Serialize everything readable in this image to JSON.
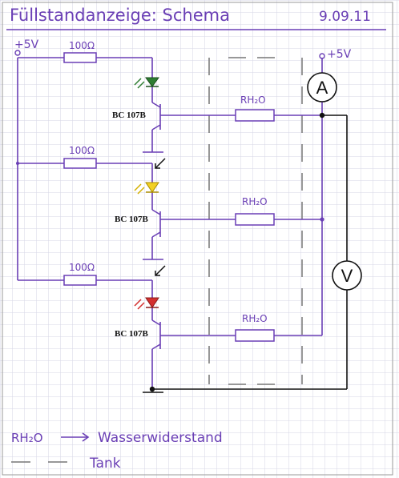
{
  "header": {
    "title": "Füllstandanzeige: Schema",
    "date": "9.09.11"
  },
  "supply": {
    "left": "+5V",
    "right": "+5V"
  },
  "resistors": {
    "r1": "100Ω",
    "r2": "100Ω",
    "r3": "100Ω"
  },
  "transistors": {
    "t1": "BC 107B",
    "t2": "BC 107B",
    "t3": "BC 107B"
  },
  "water_resistors": {
    "rw1": "RH₂O",
    "rw2": "RH₂O",
    "rw3": "RH₂O"
  },
  "meters": {
    "ammeter": "A",
    "voltmeter": "V"
  },
  "legend": {
    "water_symbol": "RH₂O",
    "water_text": "Wasserwiderstand",
    "tank_text": "Tank"
  },
  "colors": {
    "wire": "#6a3fb5",
    "grid": "#dcdcea",
    "led_green": "#2e7d32",
    "led_yellow": "#f2d024",
    "led_red": "#d32f2f",
    "tank": "#888888"
  }
}
